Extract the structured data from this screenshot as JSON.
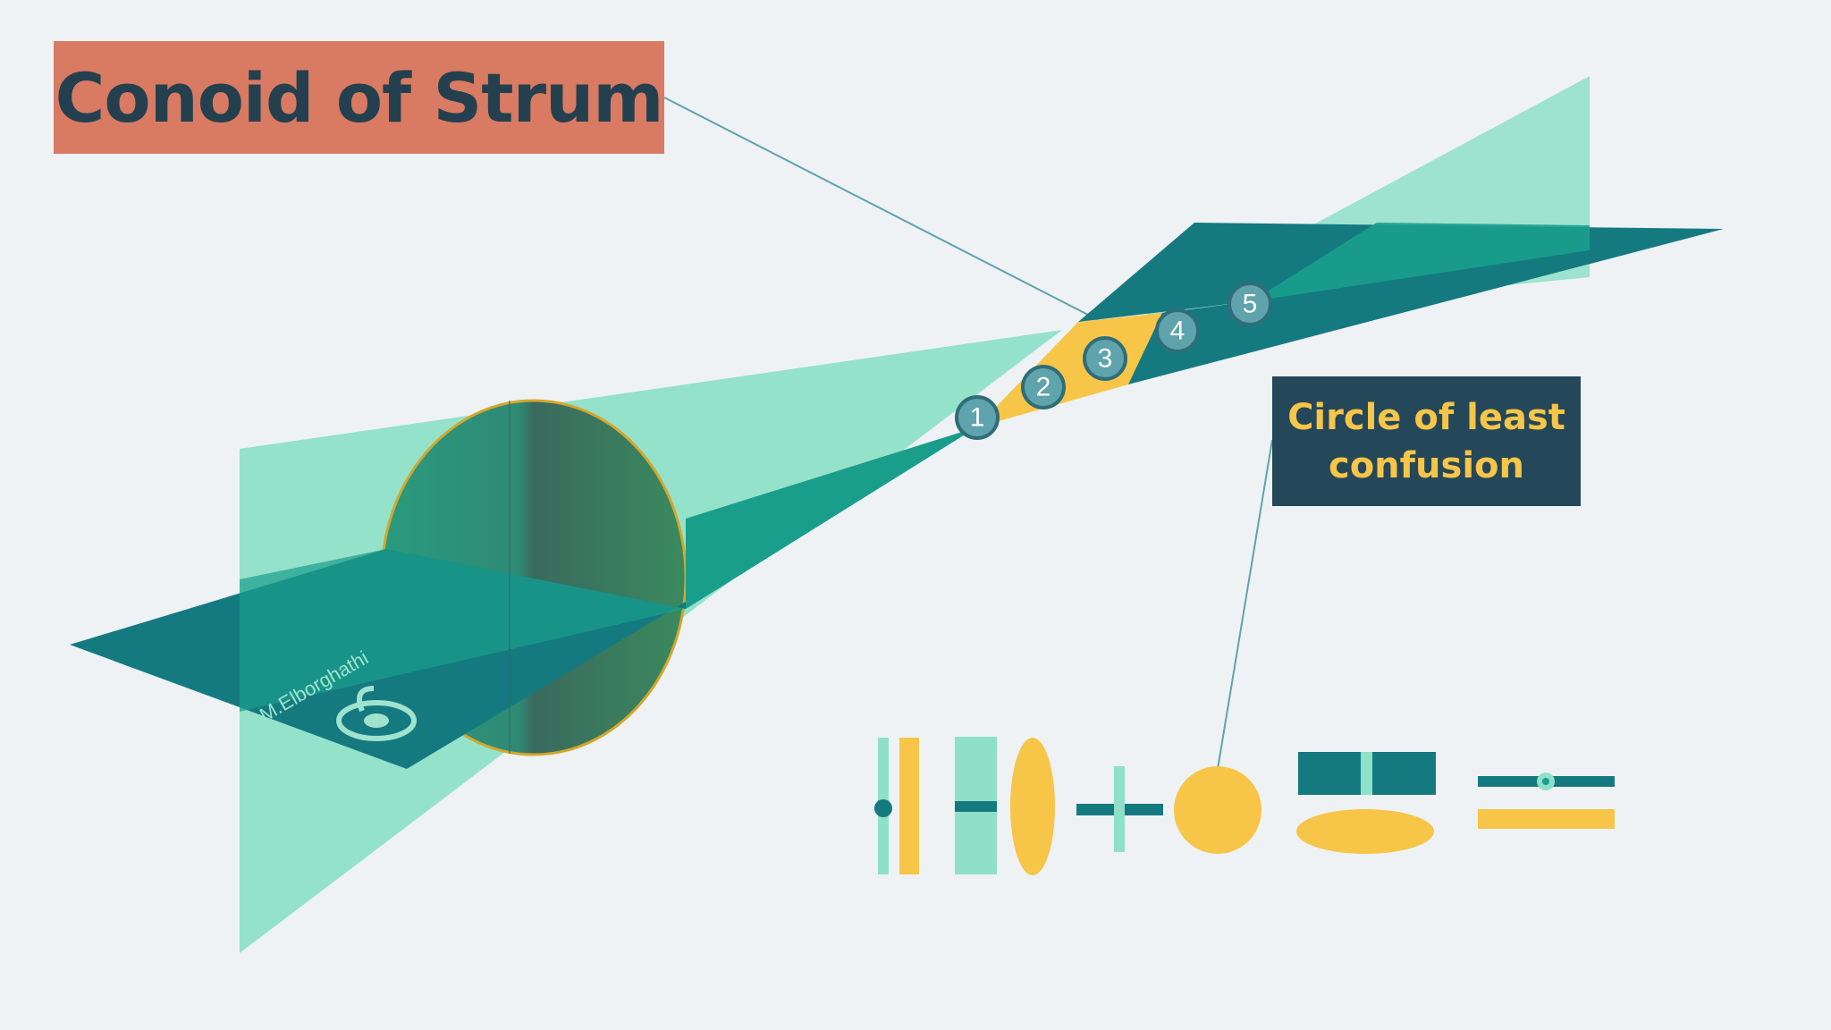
{
  "title": "Conoid of Strum",
  "callout": {
    "line1": "Circle of least",
    "line2": "confusion"
  },
  "markers": [
    "1",
    "2",
    "3",
    "4",
    "5"
  ],
  "watermark": "M.Elborghathi",
  "colors": {
    "background": "#eef2f5",
    "title_box": "#d97a62",
    "title_text": "#24404f",
    "callout_box": "#24475a",
    "callout_text": "#f7c548",
    "mint": "#8fe0c8",
    "teal": "#157a80",
    "green_teal": "#1a9e8c",
    "yellow": "#f7c548",
    "marker_fill": "#5fa3ac",
    "marker_ring": "#2f6d78",
    "lens_left": "#2a9a7e",
    "lens_right": "#3a6a5e"
  },
  "icons": [
    "logo-mark"
  ]
}
